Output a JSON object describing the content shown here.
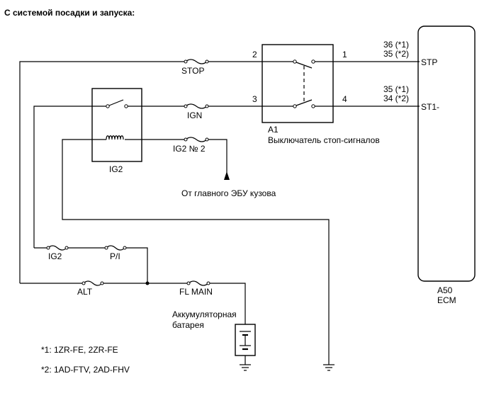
{
  "title": "С системой посадки и запуска:",
  "fuses": {
    "stop": "STOP",
    "ign": "IGN",
    "ig2no2": "IG2 № 2",
    "ig2": "IG2",
    "pi": "P/I",
    "alt": "ALT",
    "flmain": "FL MAIN"
  },
  "relay_ig2": {
    "label": "IG2"
  },
  "switch_a1": {
    "id": "A1",
    "name": "Выключатель стоп-сигналов",
    "pins": {
      "p1": "1",
      "p2": "2",
      "p3": "3",
      "p4": "4"
    }
  },
  "ecm": {
    "id": "A50",
    "name": "ECM",
    "stp_label": "STP",
    "st1_label": "ST1-",
    "stp_pin_a": "36 (*1)",
    "stp_pin_b": "35 (*2)",
    "st1_pin_a": "35 (*1)",
    "st1_pin_b": "34 (*2)"
  },
  "body_ecu_label": "От главного ЭБУ кузова",
  "battery": {
    "line1": "Аккумуляторная",
    "line2": "батарея"
  },
  "notes": {
    "n1": "*1: 1ZR-FE, 2ZR-FE",
    "n2": "*2: 1AD-FTV, 2AD-FHV"
  }
}
